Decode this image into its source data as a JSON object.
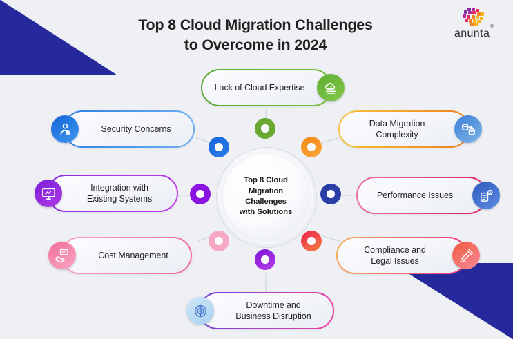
{
  "header": {
    "title_line1": "Top 8 Cloud Migration Challenges",
    "title_line2": "to Overcome  in 2024"
  },
  "logo": {
    "name": "anunta",
    "trademark": "®",
    "mark_colors": [
      "#7b2fa0",
      "#b5249b",
      "#e8275a",
      "#f4811f",
      "#f9b414"
    ]
  },
  "hub": {
    "line1": "Top 8 Cloud",
    "line2": "Migration",
    "line3": "Challenges",
    "line4": "with Solutions"
  },
  "nodes": [
    {
      "id": "lack-of-cloud-expertise",
      "label_line1": "Lack of Cloud Expertise",
      "label_line2": "",
      "icon": "cloud-learning-icon",
      "icon_side": "right",
      "border_from": "#5aa832",
      "border_to": "#79c23f",
      "badge_from": "#5fae33",
      "badge_to": "#84c84a",
      "dot_color": "#6aa832",
      "dot_color_to": "#6aa832"
    },
    {
      "id": "data-migration-complexity",
      "label_line1": "Data Migration",
      "label_line2": "Complexity",
      "icon": "data-transfer-icon",
      "icon_side": "right",
      "border_from": "#f5c43a",
      "border_to": "#f07d20",
      "badge_from": "#3d7fd6",
      "badge_to": "#7fb4e8",
      "dot_color": "#f58a16",
      "dot_color_to": "#f9a73a"
    },
    {
      "id": "performance-issues",
      "label_line1": "Performance Issues",
      "label_line2": "",
      "icon": "performance-gauge-icon",
      "icon_side": "right",
      "border_from": "#f06fa0",
      "border_to": "#d61f5e",
      "badge_from": "#2f5bbf",
      "badge_to": "#5b8ae0",
      "dot_color": "#2a3fa5",
      "dot_color_to": "#2a3fa5"
    },
    {
      "id": "compliance-and-legal-issues",
      "label_line1": "Compliance and",
      "label_line2": "Legal Issues",
      "icon": "legal-gavel-icon",
      "icon_side": "right",
      "border_from": "#f9ae5c",
      "border_to": "#ec2d7e",
      "badge_from": "#f05a3c",
      "badge_to": "#f58a9c",
      "dot_color": "#ec2050",
      "dot_color_to": "#f7813f"
    },
    {
      "id": "downtime-and-business-disruption",
      "label_line1": "Downtime and",
      "label_line2": "Business Disruption",
      "icon": "network-outage-icon",
      "icon_side": "left",
      "border_from": "#6b3fe0",
      "border_to": "#ef3fa0",
      "badge_from": "#cfe6f7",
      "badge_to": "#a9d2f2",
      "dot_color": "#7b15d6",
      "dot_color_to": "#b83fe8"
    },
    {
      "id": "cost-management",
      "label_line1": "Cost Management",
      "label_line2": "",
      "icon": "cost-hand-icon",
      "icon_side": "left",
      "border_from": "#f9a8c0",
      "border_to": "#f06a96",
      "badge_from": "#f26d96",
      "badge_to": "#f9a8c4",
      "dot_color": "#f8a8c4",
      "dot_color_to": "#f8a8c4"
    },
    {
      "id": "integration-with-existing-systems",
      "label_line1": "Integration with",
      "label_line2": "Existing Systems",
      "icon": "system-integration-icon",
      "icon_side": "left",
      "border_from": "#8a2be2",
      "border_to": "#c23ce8",
      "badge_from": "#7b1fd6",
      "badge_to": "#b03ae8",
      "dot_color": "#8a14e0",
      "dot_color_to": "#8a14e0"
    },
    {
      "id": "security-concerns",
      "label_line1": "Security Concerns",
      "label_line2": "",
      "icon": "security-user-icon",
      "icon_side": "left",
      "border_from": "#2f7fe0",
      "border_to": "#6fb0f0",
      "badge_from": "#1565d8",
      "badge_to": "#3f96ef",
      "dot_color": "#1665d8",
      "dot_color_to": "#2a7ce8"
    }
  ],
  "background_color": "#eef0f4",
  "corner_color": "#25299c"
}
